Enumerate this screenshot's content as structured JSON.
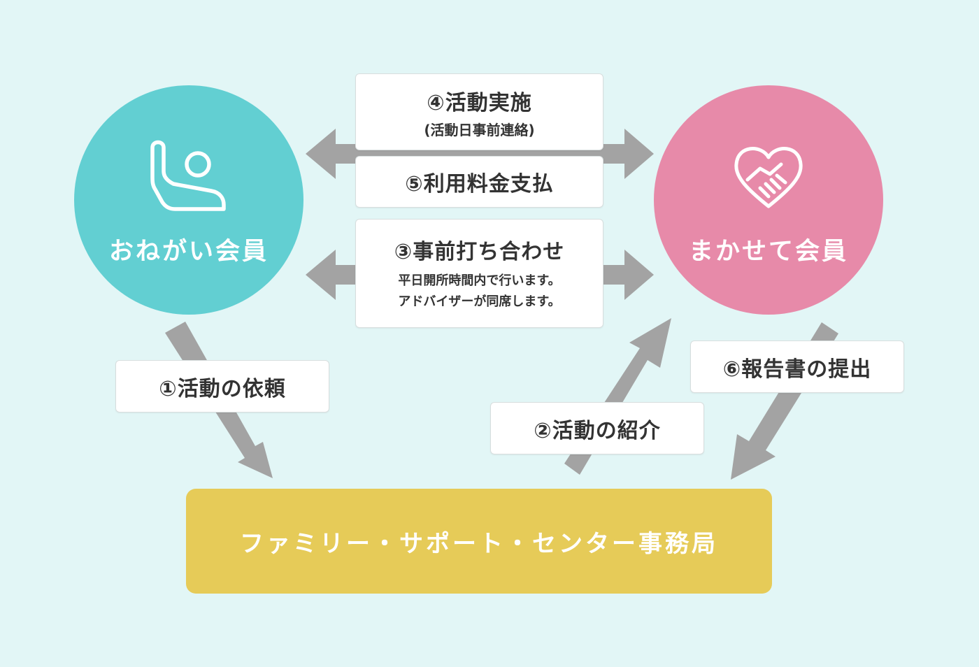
{
  "colors": {
    "background": "#e2f6f6",
    "requester_circle": "#62cfd2",
    "provider_circle": "#e78aa9",
    "office_box": "#e6cb58",
    "arrow": "#a3a3a3",
    "box_text": "#333333"
  },
  "nodes": {
    "requester": {
      "label": "おねがい会員",
      "icon": "person-in-chair-icon"
    },
    "provider": {
      "label": "まかせて会員",
      "icon": "heart-handshake-icon"
    },
    "office": {
      "label": "ファミリー・サポート・センター事務局"
    }
  },
  "steps": {
    "step1": {
      "label": "①活動の依頼"
    },
    "step2": {
      "label": "②活動の紹介"
    },
    "step3": {
      "label": "③事前打ち合わせ",
      "note_line1": "平日開所時間内で行います。",
      "note_line2": "アドバイザーが同席します。"
    },
    "step4": {
      "label": "④活動実施",
      "sub": "(活動日事前連絡)"
    },
    "step5": {
      "label": "⑤利用料金支払"
    },
    "step6": {
      "label": "⑥報告書の提出"
    }
  }
}
